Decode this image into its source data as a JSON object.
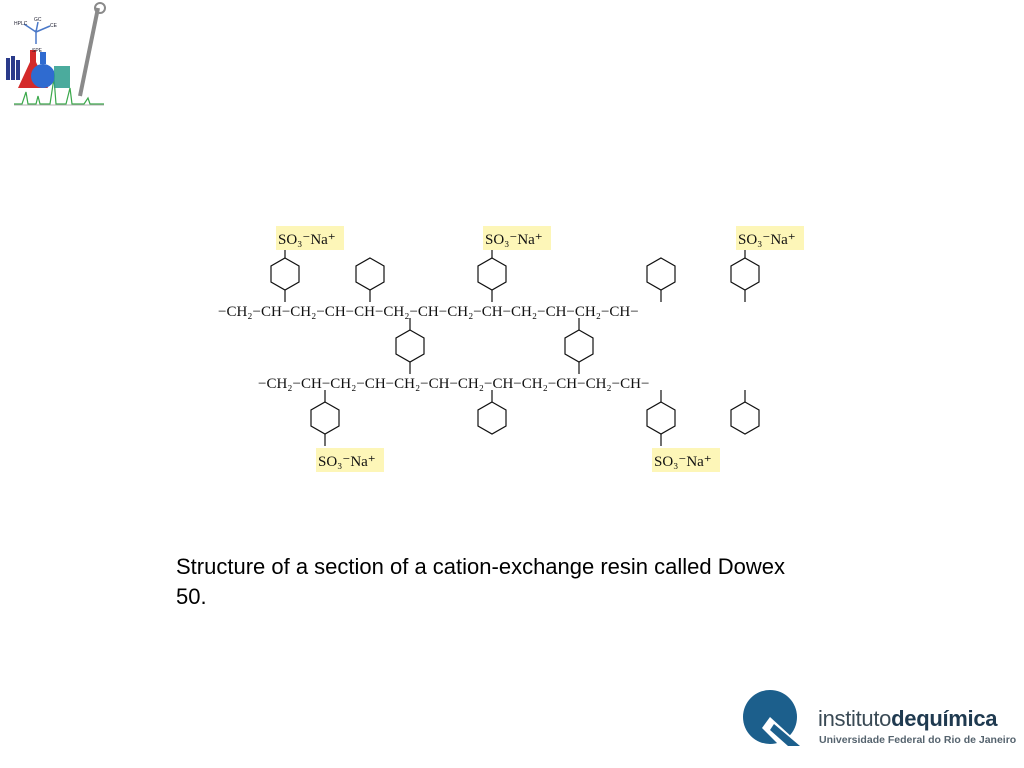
{
  "diagram": {
    "ion_label": "SO₃⁻Na⁺",
    "chain_top": "−CH₂−CH−CH₂−CH−CH−CH₂−CH−CH₂−CH−CH₂−CH−CH₂−CH−",
    "chain_bottom": "−CH₂−CH−CH₂−CH−CH₂−CH−CH₂−CH−CH₂−CH−CH₂−CH−",
    "highlight_color": "#fdf6b8"
  },
  "caption": {
    "text": "Structure of a section of a cation-exchange resin called Dowex 50."
  },
  "footer_logo": {
    "name_part1": "instituto",
    "name_part2": "dequímica",
    "subtitle": "Universidade Federal do Rio de Janeiro",
    "brand_color": "#1c5f8c"
  },
  "corner_logo": {
    "icon": "chromatography-flask-logo",
    "labels": [
      "HPLC",
      "GC",
      "CE",
      "SPE"
    ]
  }
}
